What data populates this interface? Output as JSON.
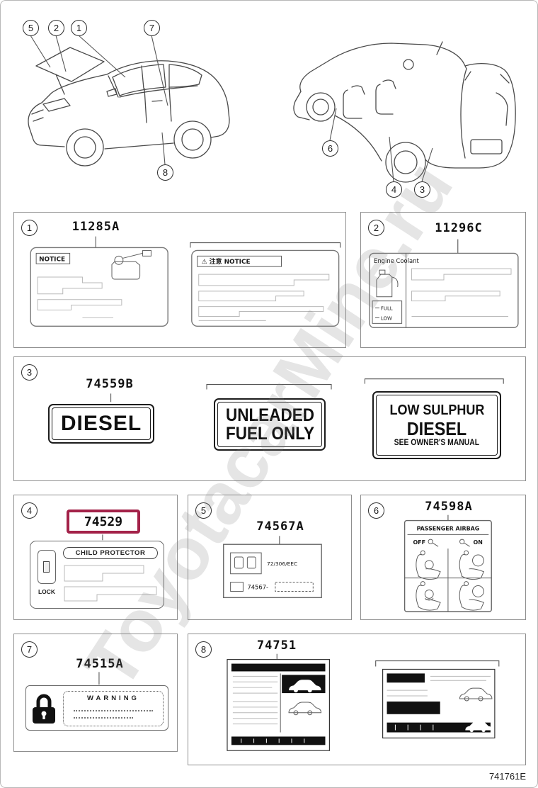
{
  "page": {
    "doc_code": "741761E",
    "watermark": "ToyotacarMine.ru"
  },
  "callouts": {
    "n1": "1",
    "n2": "2",
    "n3": "3",
    "n4": "4",
    "n5": "5",
    "n6": "6",
    "n7": "7",
    "n8": "8"
  },
  "panels": {
    "p1": {
      "num": "1",
      "part": "11285A",
      "notice": "NOTICE",
      "notice_jp": "⚠ 注意 NOTICE"
    },
    "p2": {
      "num": "2",
      "part": "11296C",
      "title": "Engine Coolant",
      "full": "FULL",
      "low": "LOW"
    },
    "p3": {
      "num": "3",
      "part": "74559B",
      "diesel": "DIESEL",
      "unleaded1": "UNLEADED",
      "unleaded2": "FUEL ONLY",
      "ls1": "LOW SULPHUR",
      "ls2": "DIESEL",
      "ls3": "SEE OWNER'S MANUAL"
    },
    "p4": {
      "num": "4",
      "part": "74529",
      "child_protector": "CHILD PROTECTOR",
      "lock": "LOCK",
      "highlight_color": "#a32249"
    },
    "p5": {
      "num": "5",
      "part": "74567A",
      "ec_code": "72/306/EEC",
      "part_prefix": "74567-"
    },
    "p6": {
      "num": "6",
      "part": "74598A",
      "header": "PASSENGER AIRBAG",
      "off": "OFF",
      "on": "ON"
    },
    "p7": {
      "num": "7",
      "part": "74515A",
      "warning": "WARNING"
    },
    "p8": {
      "num": "8",
      "part": "74751"
    }
  }
}
